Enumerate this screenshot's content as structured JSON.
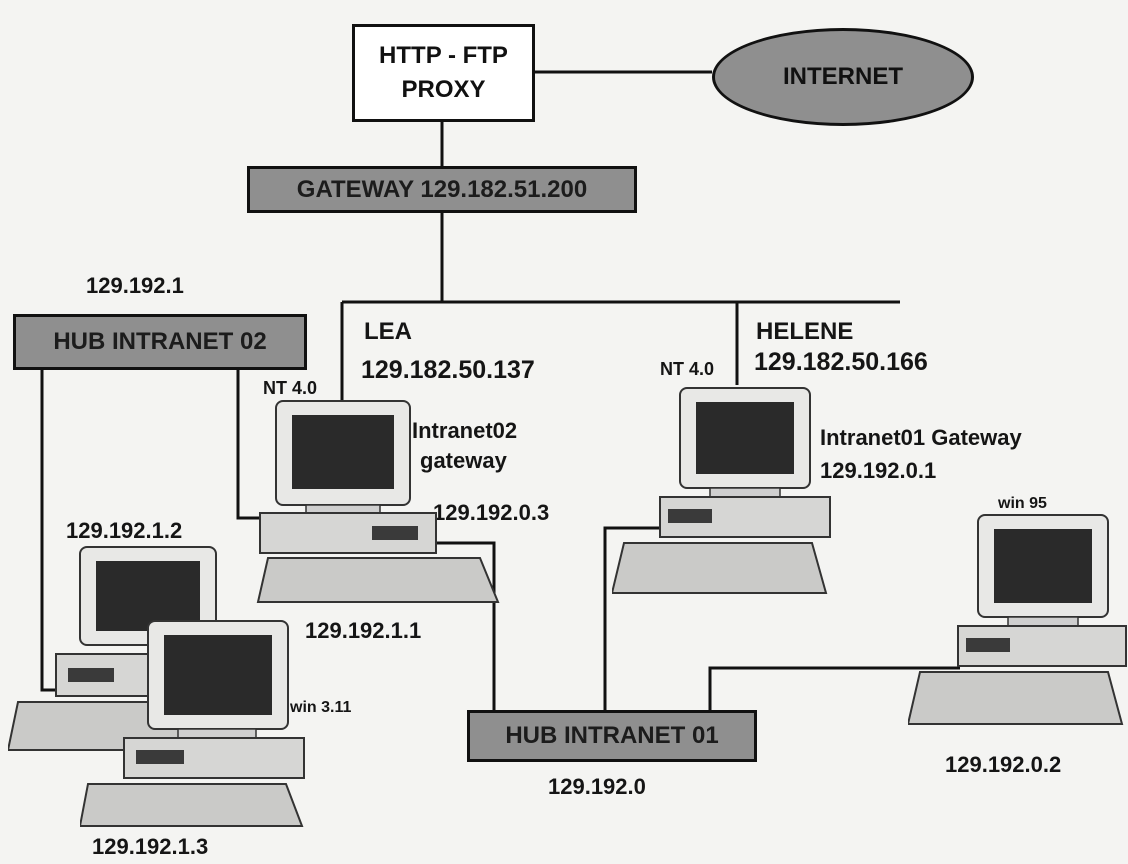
{
  "proxy": {
    "line1": "HTTP - FTP",
    "line2": "PROXY"
  },
  "internet": {
    "label": "INTERNET"
  },
  "gateway": {
    "label": "GATEWAY 129.182.51.200"
  },
  "hub02": {
    "label": "HUB INTRANET 02",
    "address": "129.192.1"
  },
  "hub01": {
    "label": "HUB INTRANET 01",
    "address": "129.192.0"
  },
  "lea": {
    "name": "LEA",
    "ip": "129.182.50.137",
    "os": "NT 4.0",
    "role_line1": "Intranet02",
    "role_line2": "gateway",
    "inner_ip": "129.192.0.3",
    "intranet02_ip": "129.192.1.1"
  },
  "helene": {
    "name": "HELENE",
    "ip": "129.182.50.166",
    "os": "NT 4.0",
    "role": "Intranet01 Gateway",
    "inner_ip": "129.192.0.1"
  },
  "win95_pc": {
    "os": "win 95",
    "ip": "129.192.0.2"
  },
  "pc_1_2": {
    "ip": "129.192.1.2"
  },
  "pc_1_3": {
    "os": "win 3.11",
    "ip": "129.192.1.3"
  },
  "colors": {
    "box_fill": "#8f8f8f",
    "line": "#111111",
    "background": "#f4f4f2"
  }
}
